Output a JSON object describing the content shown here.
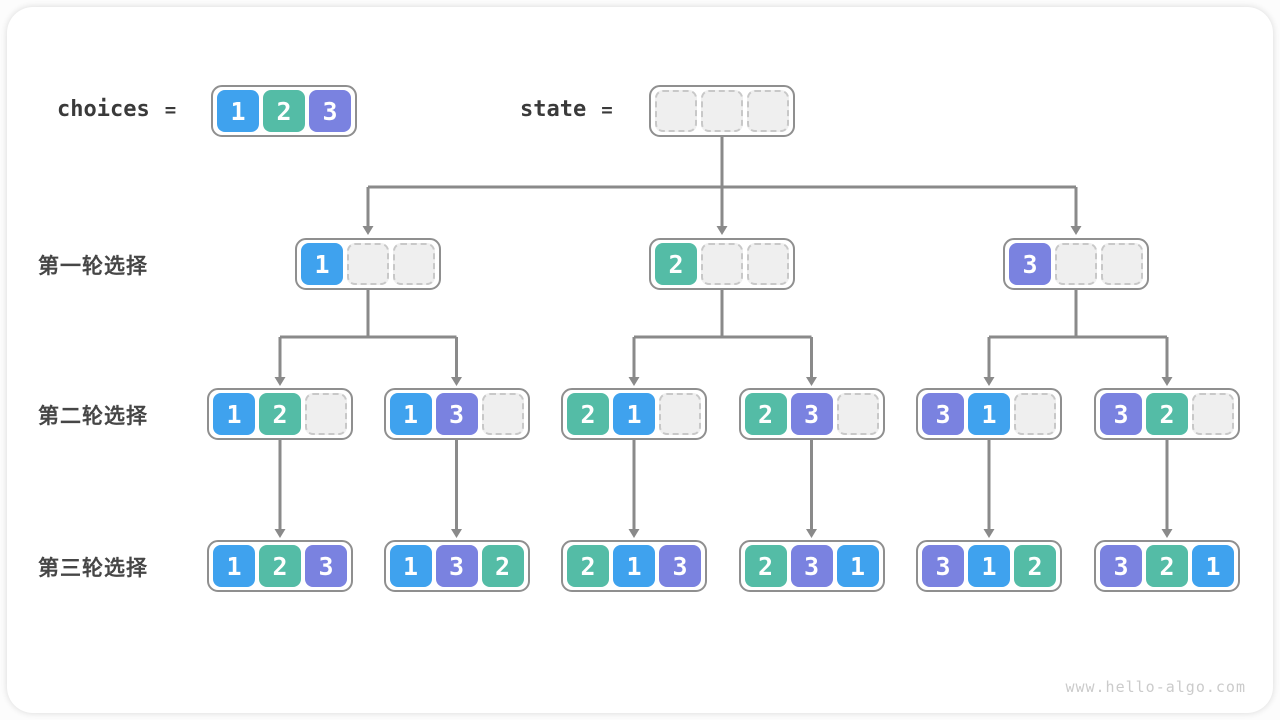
{
  "header": {
    "choices_label": "choices",
    "choices_equals": "=",
    "state_label": "state",
    "state_equals": "="
  },
  "choices_values": [
    1,
    2,
    3
  ],
  "state_values": [
    null,
    null,
    null
  ],
  "row_labels": [
    "第一轮选择",
    "第二轮选择",
    "第三轮选择"
  ],
  "tree": {
    "level1": [
      [
        1,
        null,
        null
      ],
      [
        2,
        null,
        null
      ],
      [
        3,
        null,
        null
      ]
    ],
    "level2": [
      [
        1,
        2,
        null
      ],
      [
        1,
        3,
        null
      ],
      [
        2,
        1,
        null
      ],
      [
        2,
        3,
        null
      ],
      [
        3,
        1,
        null
      ],
      [
        3,
        2,
        null
      ]
    ],
    "level3": [
      [
        1,
        2,
        3
      ],
      [
        1,
        3,
        2
      ],
      [
        2,
        1,
        3
      ],
      [
        2,
        3,
        1
      ],
      [
        3,
        1,
        2
      ],
      [
        3,
        2,
        1
      ]
    ]
  },
  "watermark": "www.hello-algo.com",
  "colors": {
    "value_1": "#3fa2ee",
    "value_2": "#54bca6",
    "value_3": "#7a82e0",
    "arrow": "#8a8a8a",
    "node_border": "#8f8f8f",
    "empty_cell_fill": "#efefef",
    "empty_cell_border": "#c8c8c8",
    "code_text": "#3a3a3a",
    "label_text": "#464646",
    "watermark_text": "#cbcbcb"
  }
}
